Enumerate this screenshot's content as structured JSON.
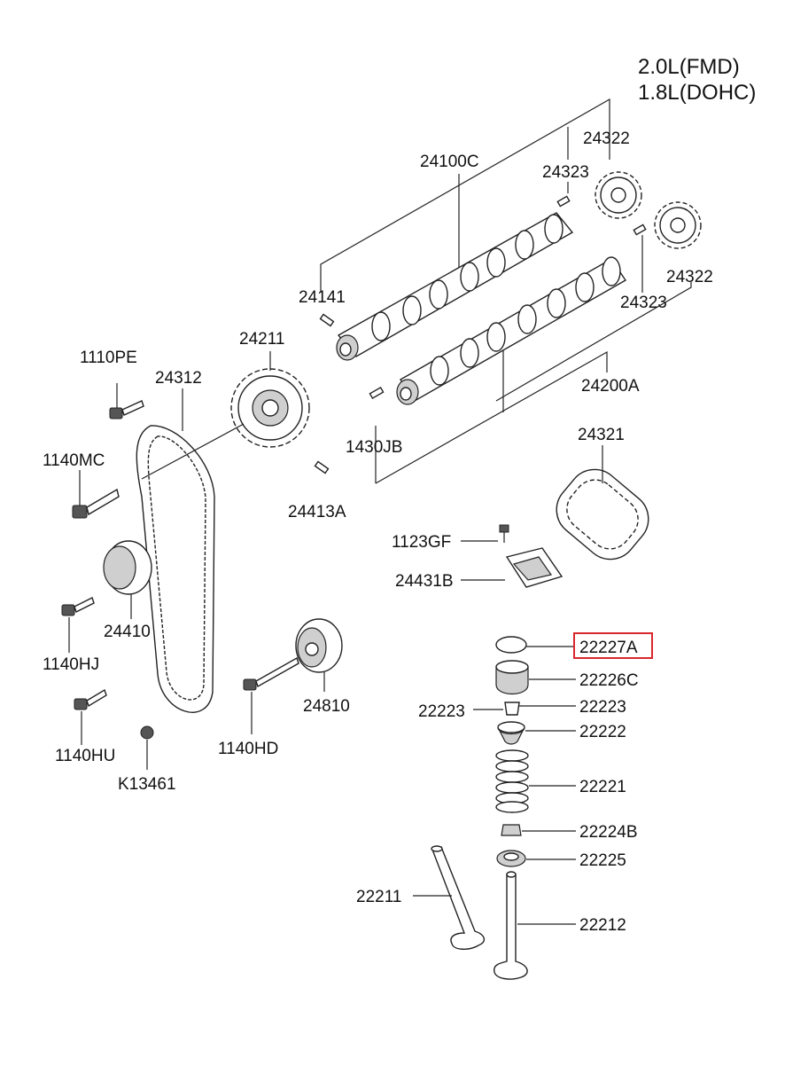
{
  "engine": {
    "line1": "2.0L(FMD)",
    "line2": "1.8L(DOHC)"
  },
  "highlight_color": "#d9262b",
  "parts": {
    "p24100C": "24100C",
    "p24323_top": "24323",
    "p24322_top": "24322",
    "p24141": "24141",
    "p24322_right": "24322",
    "p24323_right": "24323",
    "p24211": "24211",
    "p1110PE": "1110PE",
    "p24312": "24312",
    "p24200A": "24200A",
    "p1430JB": "1430JB",
    "p24321": "24321",
    "p1140MC": "1140MC",
    "p24413A": "24413A",
    "p1123GF": "1123GF",
    "p24431B": "24431B",
    "p24410": "24410",
    "p1140HJ": "1140HJ",
    "p22227A": "22227A",
    "p22226C": "22226C",
    "p24810": "24810",
    "p22223_left": "22223",
    "p22223_right": "22223",
    "p22222": "22222",
    "p1140HU": "1140HU",
    "p1140HD": "1140HD",
    "p22221": "22221",
    "pK13461": "K13461",
    "p22224B": "22224B",
    "p22225": "22225",
    "p22211": "22211",
    "p22212": "22212"
  }
}
